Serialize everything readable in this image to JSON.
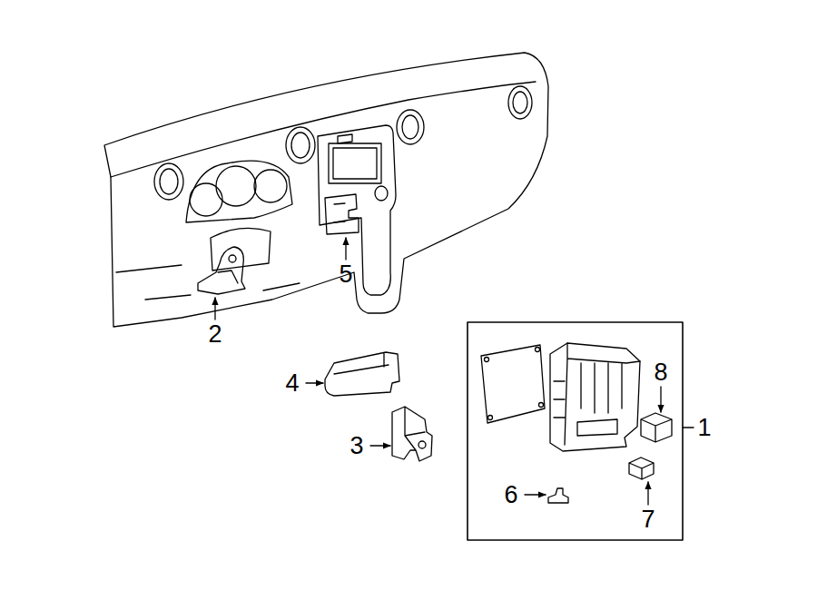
{
  "diagram": {
    "labels": [
      "5",
      "2",
      "8",
      "4",
      "1",
      "3",
      "6",
      "7"
    ]
  }
}
